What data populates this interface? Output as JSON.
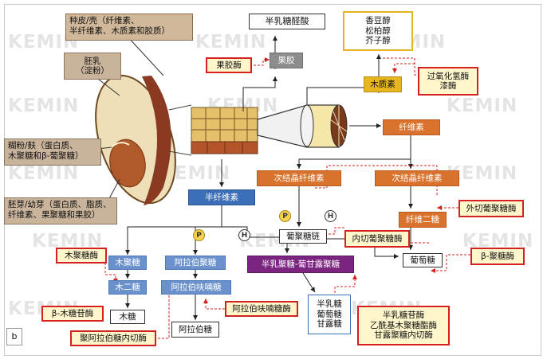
{
  "watermark": "KEMIN",
  "panel_label": "b",
  "labels": {
    "husk": [
      "种皮/壳（纤维素、",
      "半纤维素、木质素和胶质）"
    ],
    "endosperm": [
      "胚乳",
      "（淀粉）"
    ],
    "bran": [
      "糊粉/麸（蛋白质、",
      "木聚糖和β-葡聚糖）"
    ],
    "germ": [
      "胚芽/幼芽（蛋白质、脂质、",
      "纤维素、果聚糖和果胶）"
    ]
  },
  "nodes": {
    "galacturonic": "半乳糖醛酸",
    "pectinase": "果胶酶",
    "pectin": "果胶",
    "alcohols": [
      "香豆醇",
      "松柏醇",
      "芥子醇"
    ],
    "lignin": "木质素",
    "lignin_enzymes": [
      "过氧化氢酶",
      "漆酶"
    ],
    "cellulose": "纤维素",
    "amorphous_cellulose": "次结晶纤维素",
    "crystalline_cellulose": "次结晶纤维素",
    "hemicellulose": "半纤维素",
    "cellobiose": "纤维二糖",
    "exoglucanase": "外切葡聚糖酶",
    "glucan_chain": "葡聚糖链",
    "endoglucanase": "内切葡聚糖酶",
    "glucose_right": "葡萄糖",
    "beta_glucanase": "β-聚糖酶",
    "xylanase": "木聚糖酶",
    "xylan": "木聚糖",
    "arabinan": "阿拉伯聚糖",
    "galactoglucomannan": "半乳聚糖-葡甘露聚糖",
    "xylobiose": "木二糖",
    "arabinofuranose": "阿拉伯呋喃糖",
    "beta_xylosidase": "β-木糖苷酶",
    "xylose": "木糖",
    "arabinofuranosidase": "阿拉伯呋喃糖酶",
    "endo_arabinanase": "聚阿拉伯糖内切酶",
    "arabinose": "阿拉伯糖",
    "hexoses": [
      "半乳糖",
      "葡萄糖",
      "甘露糖"
    ],
    "mannan_enzymes": [
      "半乳糖苷酶",
      "乙酰基木聚糖酯酶",
      "甘露聚糖内切酶"
    ]
  },
  "badges": {
    "p1": "P",
    "p2": "P",
    "h1": "H",
    "h2": "H"
  }
}
